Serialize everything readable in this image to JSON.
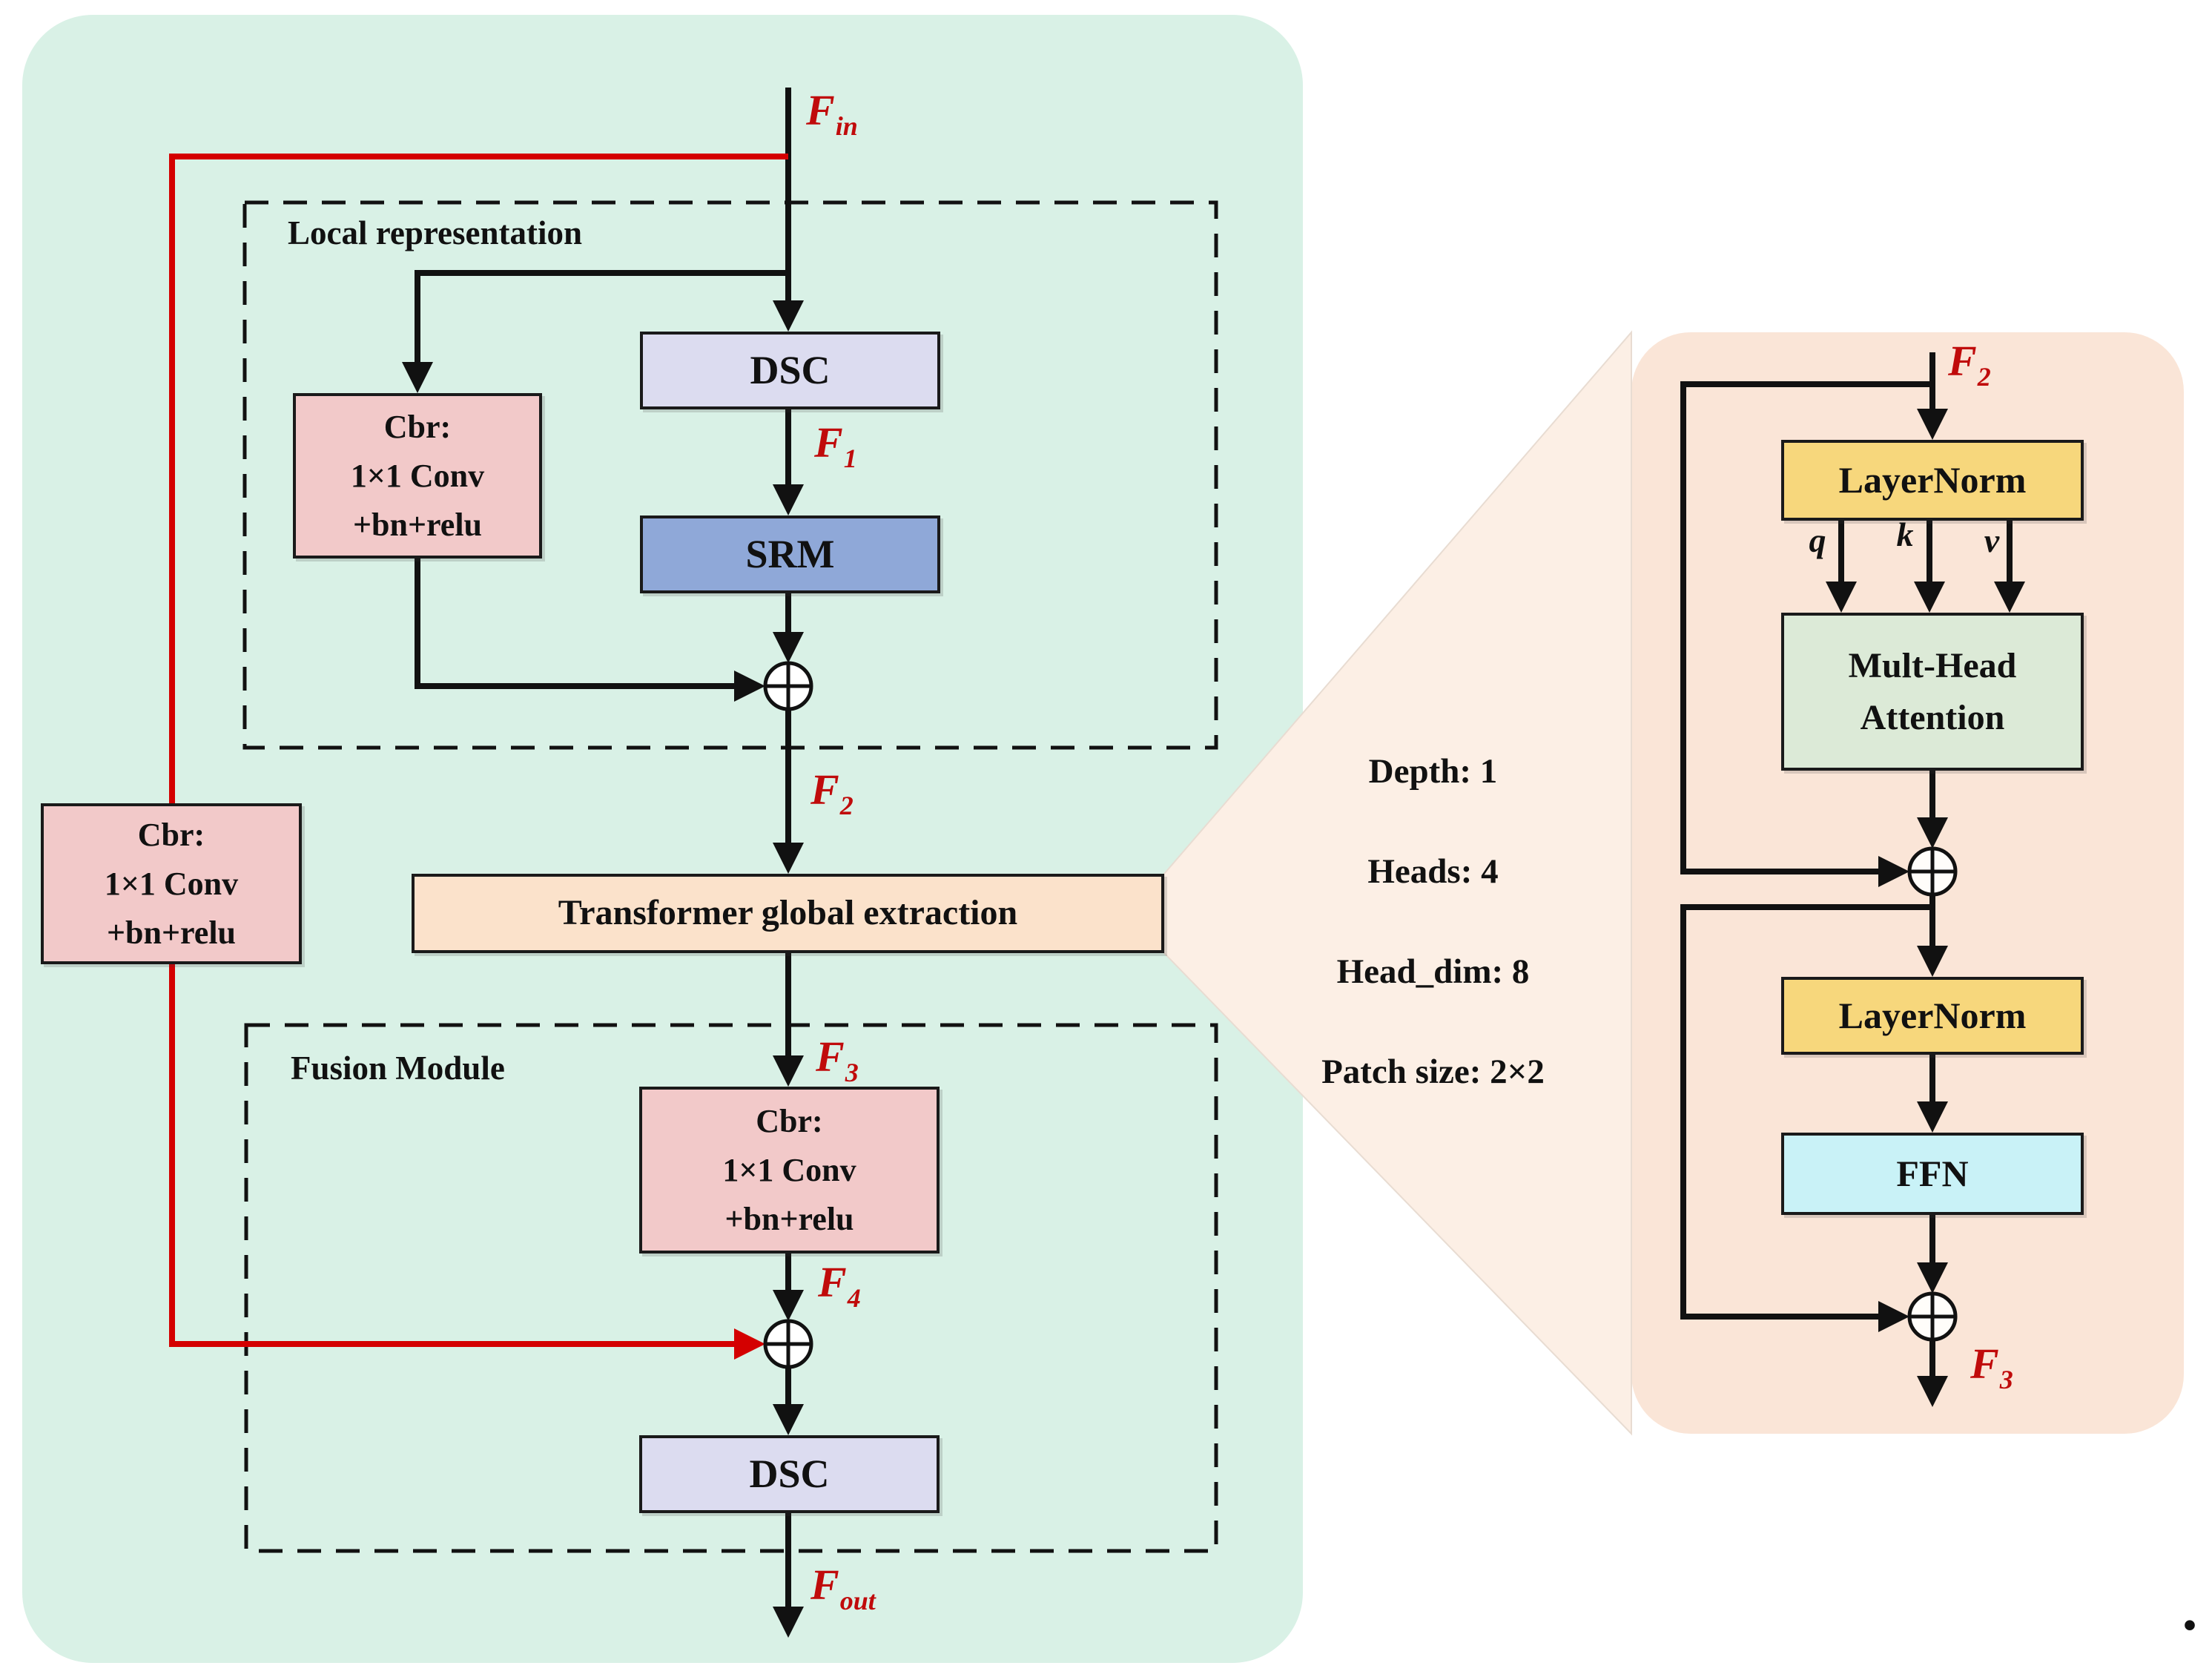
{
  "colors": {
    "green": "#d9f1e6",
    "rightpanel": "#fae5d7",
    "beam": "#fcefe5",
    "dsc": "#dcdcf0",
    "srm": "#8fa8d8",
    "cbr": "#f2c9c9",
    "transformer": "#fbe2cb",
    "layernorm": "#f7d77c",
    "mha": "#dcead7",
    "ffn": "#c9f2f7",
    "red_line": "#d40000",
    "red_text": "#c00b0b",
    "line": "#111111"
  },
  "left_panel": {
    "f_in": {
      "main": "F",
      "sub": "in"
    },
    "local_representation": {
      "title": "Local representation",
      "cbr": {
        "line1": "Cbr:",
        "line2": "1×1 Conv",
        "line3": "+bn+relu"
      },
      "dsc": "DSC",
      "f1": {
        "main": "F",
        "sub": "1"
      },
      "srm": "SRM"
    },
    "f2": {
      "main": "F",
      "sub": "2"
    },
    "transformer": "Transformer global extraction",
    "f3": {
      "main": "F",
      "sub": "3"
    },
    "fusion_module": {
      "title": "Fusion Module",
      "cbr": {
        "line1": "Cbr:",
        "line2": "1×1 Conv",
        "line3": "+bn+relu"
      },
      "f4": {
        "main": "F",
        "sub": "4"
      },
      "dsc": "DSC"
    },
    "left_cbr": {
      "line1": "Cbr:",
      "line2": "1×1 Conv",
      "line3": "+bn+relu"
    },
    "f_out": {
      "main": "F",
      "sub": "out"
    }
  },
  "transformer_params": {
    "depth": "Depth: 1",
    "heads": "Heads: 4",
    "head_dim": "Head_dim: 8",
    "patch_size": "Patch size: 2×2"
  },
  "right_panel": {
    "f2": {
      "main": "F",
      "sub": "2"
    },
    "layernorm_top": "LayerNorm",
    "q": "q",
    "k": "k",
    "v": "v",
    "mha_line1": "Mult-Head",
    "mha_line2": "Attention",
    "layernorm_bottom": "LayerNorm",
    "ffn": "FFN",
    "f3": {
      "main": "F",
      "sub": "3"
    }
  },
  "caption_period": "."
}
